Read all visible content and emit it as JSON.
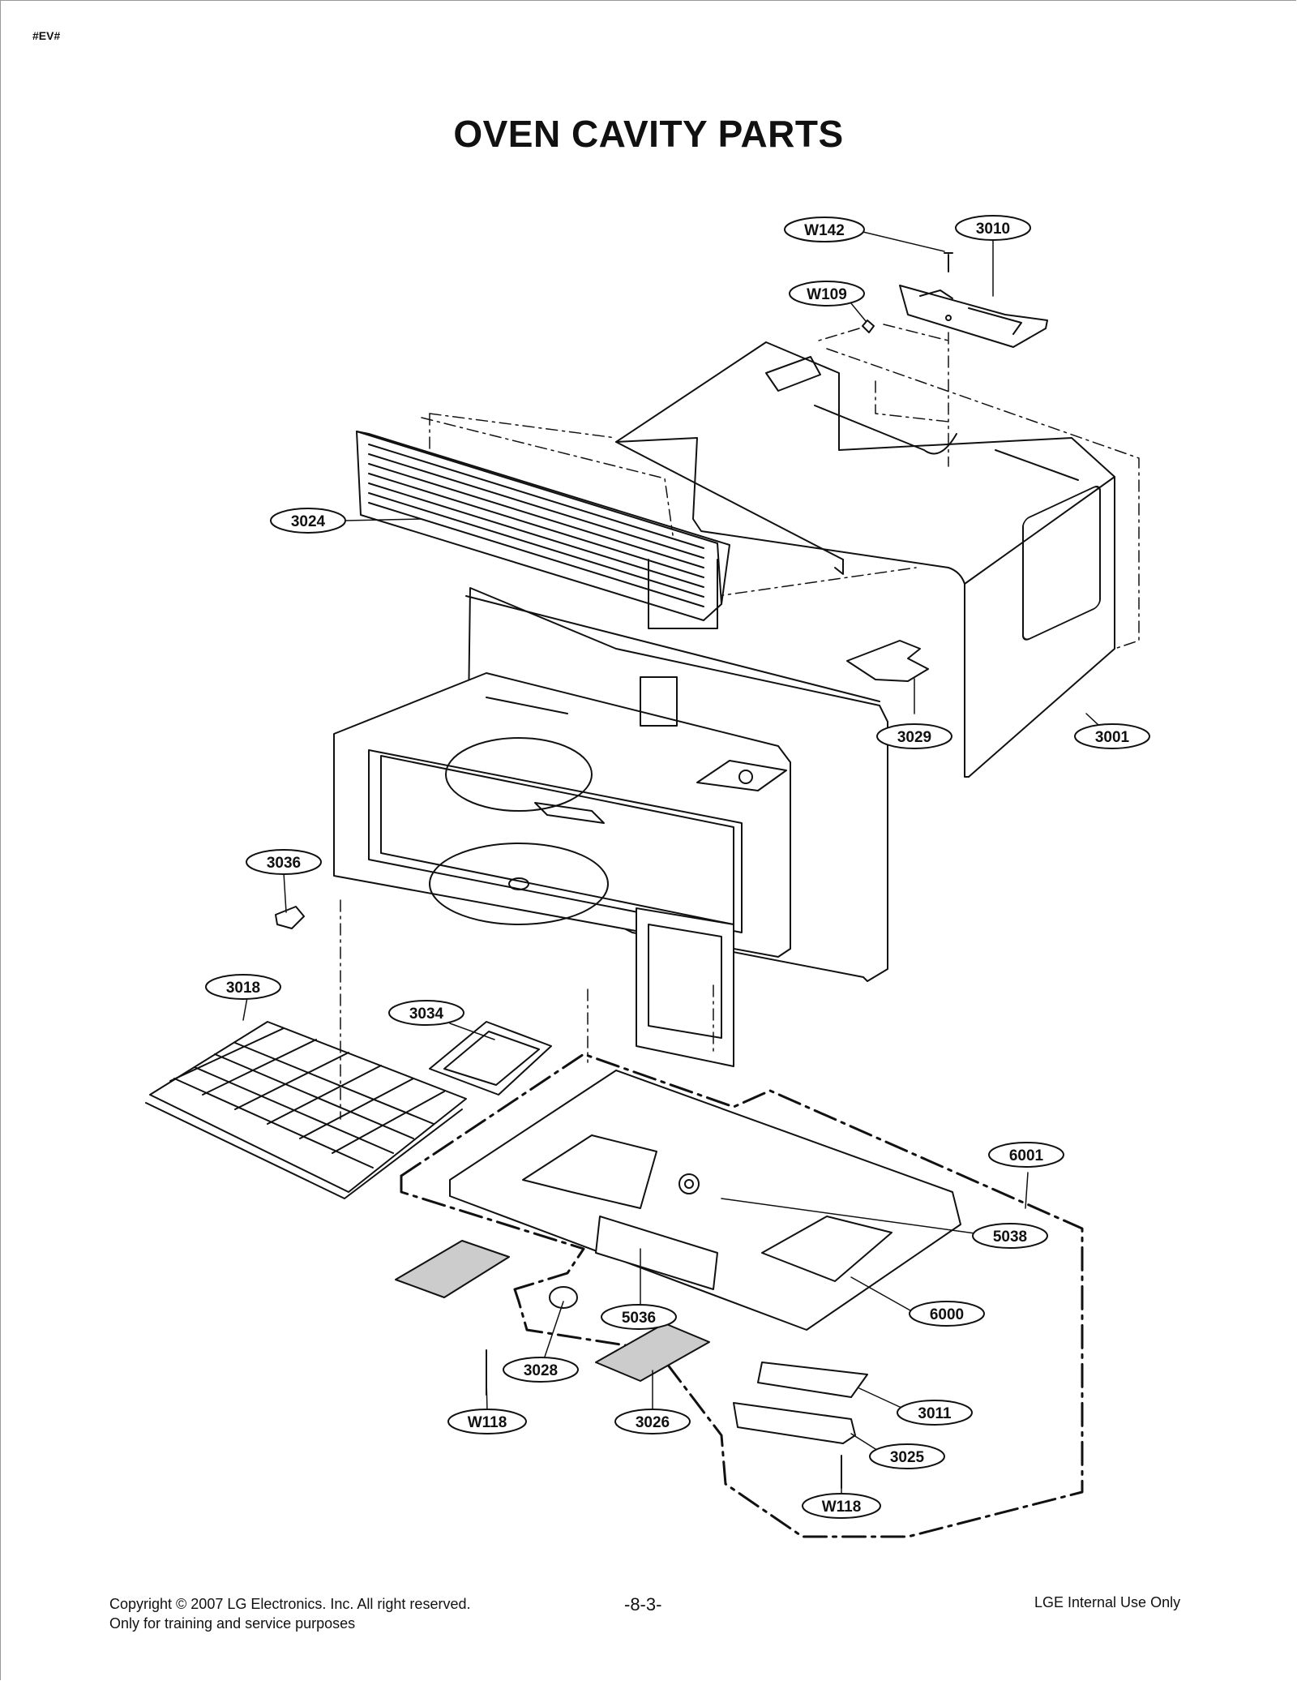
{
  "header": {
    "tag": "#EV#",
    "title": "OVEN CAVITY PARTS"
  },
  "callouts": [
    "W142",
    "3010",
    "W109",
    "3024",
    "3029",
    "3001",
    "3036",
    "3018",
    "3034",
    "6001",
    "5038",
    "6000",
    "5036",
    "3028",
    "W118",
    "3026",
    "3011",
    "3025",
    "W118"
  ],
  "footer": {
    "copyright": "Copyright © 2007 LG Electronics. Inc. All right reserved.",
    "note": "Only for training and service purposes",
    "page": "-8-3-",
    "internal": "LGE Internal Use Only"
  }
}
